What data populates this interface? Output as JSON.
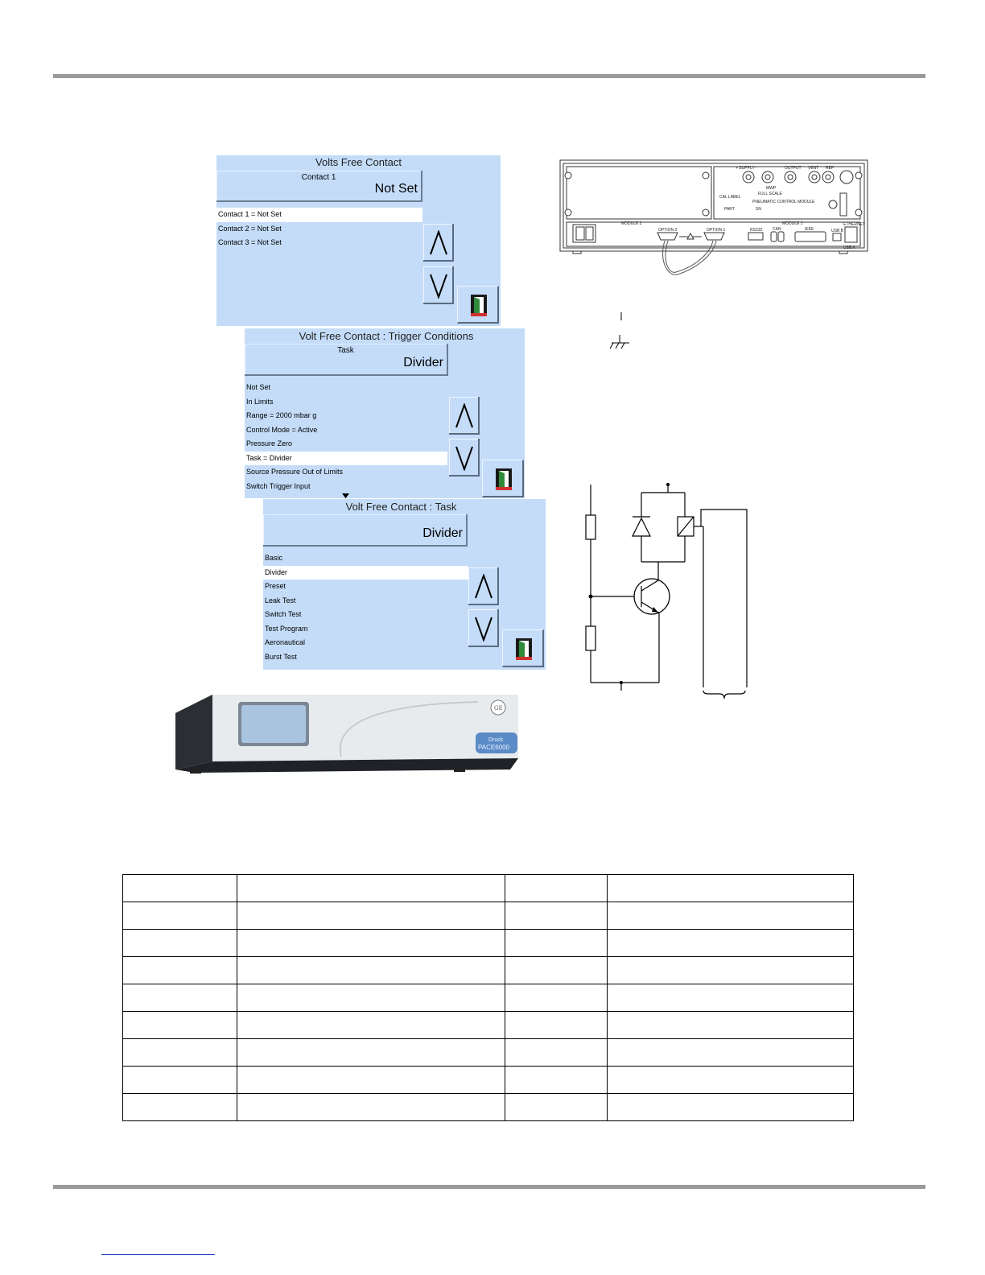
{
  "panel1": {
    "title": "Volts Free Contact",
    "field_label": "Contact 1",
    "field_value": "Not Set",
    "items": [
      "Contact 1 = Not Set",
      "Contact 2 = Not Set",
      "Contact 3 = Not Set"
    ],
    "selected_index": 0
  },
  "panel2": {
    "title": "Volt Free Contact : Trigger Conditions",
    "field_label": "Task",
    "field_value": "Divider",
    "items": [
      "Not Set",
      "In Limits",
      "Range = 2000 mbar g",
      "Control Mode = Active",
      "Pressure Zero",
      "Task = Divider",
      "Source Pressure Out of Limits",
      "Switch Trigger Input"
    ],
    "selected_index": 5
  },
  "panel3": {
    "title": "Volt Free Contact : Task",
    "field_value": "Divider",
    "items": [
      "Basic",
      "Divider",
      "Preset",
      "Leak Test",
      "Switch Test",
      "Test Program",
      "Aeronautical",
      "Burst Test"
    ],
    "selected_index": 1
  },
  "rear_panel": {
    "labels": {
      "supply": "+ SUPPLY -",
      "output": "OUTPUT",
      "vent": "VENT",
      "ref": "REF",
      "mwp": "MWP",
      "full_scale": "FULL SCALE",
      "cal_label": "CAL LABEL",
      "pcm": "PNEUMATIC CONTROL MODULE",
      "part": "PART",
      "sn": "SN",
      "module2": "MODULE 2",
      "module1": "MODULE 1",
      "option2": "OPTION 2",
      "option1": "OPTION 1",
      "rs232": "RS232",
      "can": "CAN",
      "ieee": "IEEE",
      "usb_b": "USB B",
      "ethernet": "ETHERNET",
      "usb_a": "USB A"
    }
  },
  "device": {
    "brand_line1": "Druck",
    "brand_line2": "PACE6000"
  },
  "table": {
    "rows": 9,
    "cols": 4
  },
  "colors": {
    "panel_bg": "#c4dcf8",
    "rule": "#9a9a9a",
    "link": "#2a45c8"
  }
}
